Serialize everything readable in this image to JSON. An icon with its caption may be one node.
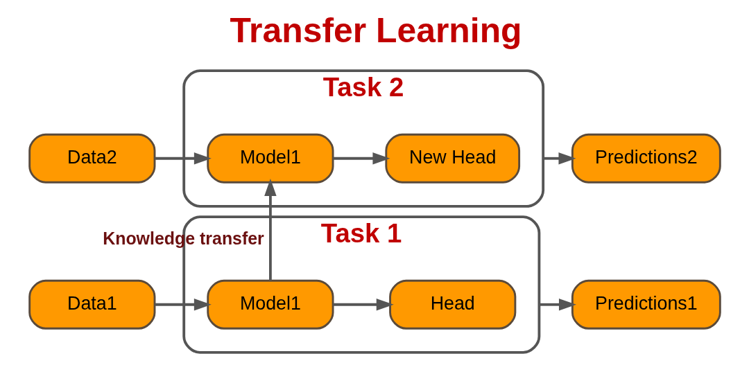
{
  "diagram": {
    "title": "Transfer Learning",
    "nodes": [
      {
        "text": [
          "Task 1"
        ]
      },
      {
        "text": [
          "Data1"
        ]
      },
      {
        "text": [
          "Model1"
        ],
        "in": 0
      },
      {
        "text": [
          "Head"
        ],
        "in": 0
      },
      {
        "text": [
          "Predictions1"
        ]
      },
      {
        "text": [
          "Task 2"
        ]
      },
      {
        "text": [
          "Data2"
        ]
      },
      {
        "text": [
          "Model1"
        ],
        "in": 5
      },
      {
        "text": [
          "New Head"
        ],
        "in": 5
      },
      {
        "text": [
          "Predictions2"
        ]
      }
    ],
    "edges": [
      {
        "from": 1,
        "to": 2,
        "arrow": "to"
      },
      {
        "from": 2,
        "to": 3,
        "arrow": "to"
      },
      {
        "from": 0,
        "to": 4,
        "arrow": "to"
      },
      {
        "from": 2,
        "to": 7,
        "arrow": "to",
        "label": "Knowledge transfer"
      },
      {
        "from": 6,
        "to": 7,
        "arrow": "to"
      },
      {
        "from": 7,
        "to": 8,
        "arrow": "to"
      },
      {
        "from": 5,
        "to": 9,
        "arrow": "to"
      }
    ]
  }
}
